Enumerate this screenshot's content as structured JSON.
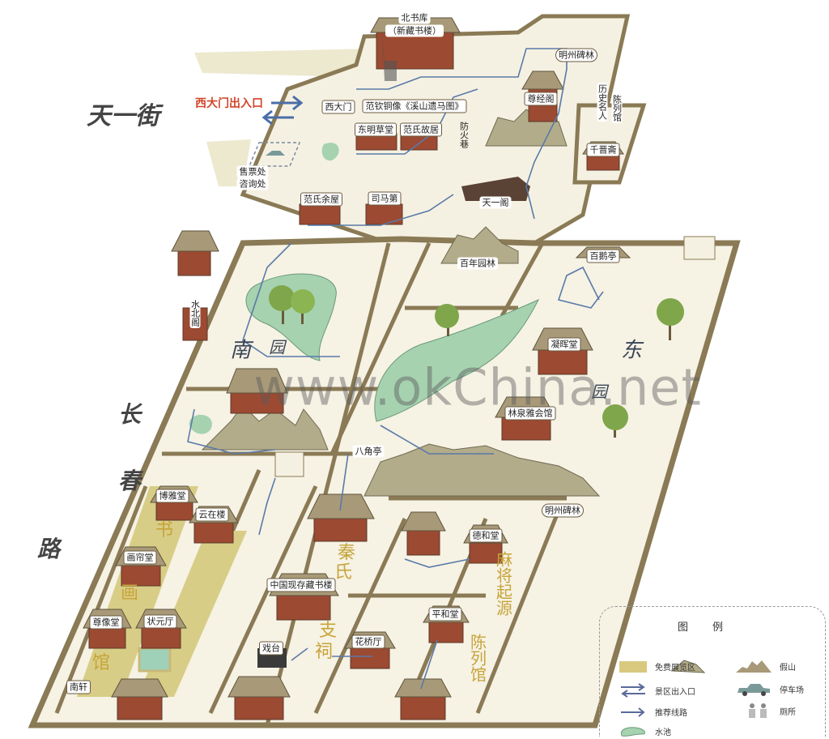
{
  "streets": {
    "tianyi_street": "天一街",
    "changchun_road": [
      "长",
      "春",
      "路"
    ]
  },
  "entrance": {
    "label": "西大门出入口"
  },
  "buildings": {
    "north_library_1": "北书库",
    "north_library_2": "（新藏书楼）",
    "stele_forest_north": "明州碑林",
    "zunjing_pavilion": "尊经阁",
    "history_figures": "历史名人",
    "history_hall": "陈列馆",
    "qianjin_studio": "千晋斋",
    "west_gate": "西大门",
    "fan_qin_statue": "范钦铜像《溪山遗马图》",
    "dongming_hall": "东明草堂",
    "fan_residence": "范氏故居",
    "fire_lane": "防火巷",
    "ticket_office": "售票处",
    "info_desk": "咨询处",
    "fan_houses": "范氏余屋",
    "sima_mansion": "司马第",
    "tianyi_pavilion": "天一阁",
    "century_garden": "百年园林",
    "baie_pavilion": "百鹅亭",
    "shuibei_pavilion": "水北阁",
    "ninghui_hall": "凝晖堂",
    "linquan_hall": "林泉雅会馆",
    "bajiao_pavilion": "八角亭",
    "stele_forest_south": "明州碑林",
    "boya_hall": "博雅堂",
    "yunzai_tower": "云在楼",
    "hualian_hall": "画帘堂",
    "zunxiang_hall": "尊像堂",
    "zhuangyuan_hall": "状元厅",
    "nanxuan": "南轩",
    "china_libraries": "中国现存藏书楼",
    "stage": "戏台",
    "huaqiao_hall": "花桥厅",
    "dehe_hall": "德和堂",
    "pinghe_hall": "平和堂"
  },
  "zones": {
    "south_garden": [
      "南",
      "园"
    ],
    "east_garden": [
      "东",
      "园"
    ],
    "calligraphy_gallery": [
      "书",
      "画",
      "馆"
    ],
    "qin_ancestral_hall": [
      "秦",
      "氏",
      "支",
      "祠"
    ],
    "mahjong_origin": "麻将起源",
    "mahjong_hall": "陈列馆"
  },
  "watermark": "www.okChina.net",
  "legend": {
    "title": "图例",
    "items": [
      {
        "label": "免费展览区",
        "icon": "exhibition-area-swatch",
        "color": "#d8c97e"
      },
      {
        "label": "景区出入口",
        "icon": "double-arrow-icon",
        "color": "#5a6a9a"
      },
      {
        "label": "推荐线路",
        "icon": "arrow-icon",
        "color": "#5a6a9a"
      },
      {
        "label": "水池",
        "icon": "pond-icon",
        "color": "#a6d2b0"
      },
      {
        "label": "假山",
        "icon": "rockery-icon",
        "color": "#a89a78"
      },
      {
        "label": "停车场",
        "icon": "car-icon",
        "color": "#7a9a9a"
      },
      {
        "label": "厕所",
        "icon": "toilet-icon",
        "color": "#8a8a8a"
      }
    ]
  },
  "colors": {
    "wall": "#8a7a55",
    "ground": "#f6f2e4",
    "brick": "#9c4a32",
    "roof": "#a89a78",
    "route": "#5a7aa8",
    "pond": "#a6d2b0",
    "exhibition": "#d8c97e"
  }
}
